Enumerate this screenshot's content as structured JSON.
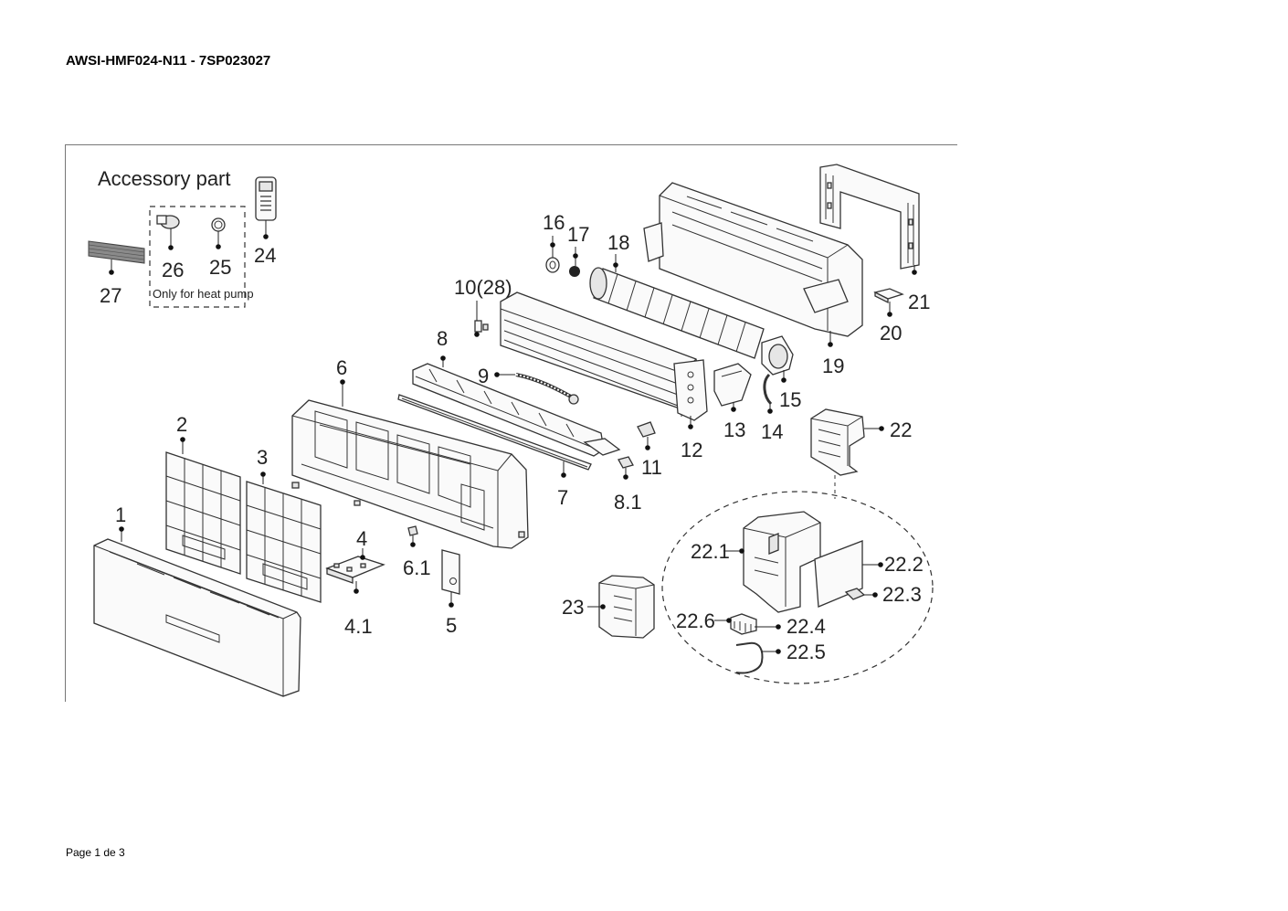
{
  "document": {
    "title": "AWSI-HMF024-N11 - 7SP023027",
    "footer": "Page 1 de 3"
  },
  "accessory": {
    "heading": "Accessory part",
    "note": "Only for heat pump"
  },
  "callouts": {
    "p1": "1",
    "p2": "2",
    "p3": "3",
    "p4": "4",
    "p4_1": "4.1",
    "p5": "5",
    "p6": "6",
    "p6_1": "6.1",
    "p7": "7",
    "p8": "8",
    "p8_1": "8.1",
    "p9": "9",
    "p10": "10(28)",
    "p11": "11",
    "p12": "12",
    "p13": "13",
    "p14": "14",
    "p15": "15",
    "p16": "16",
    "p17": "17",
    "p18": "18",
    "p19": "19",
    "p20": "20",
    "p21": "21",
    "p22": "22",
    "p22_1": "22.1",
    "p22_2": "22.2",
    "p22_3": "22.3",
    "p22_4": "22.4",
    "p22_5": "22.5",
    "p22_6": "22.6",
    "p23": "23",
    "p24": "24",
    "p25": "25",
    "p26": "26",
    "p27": "27"
  }
}
